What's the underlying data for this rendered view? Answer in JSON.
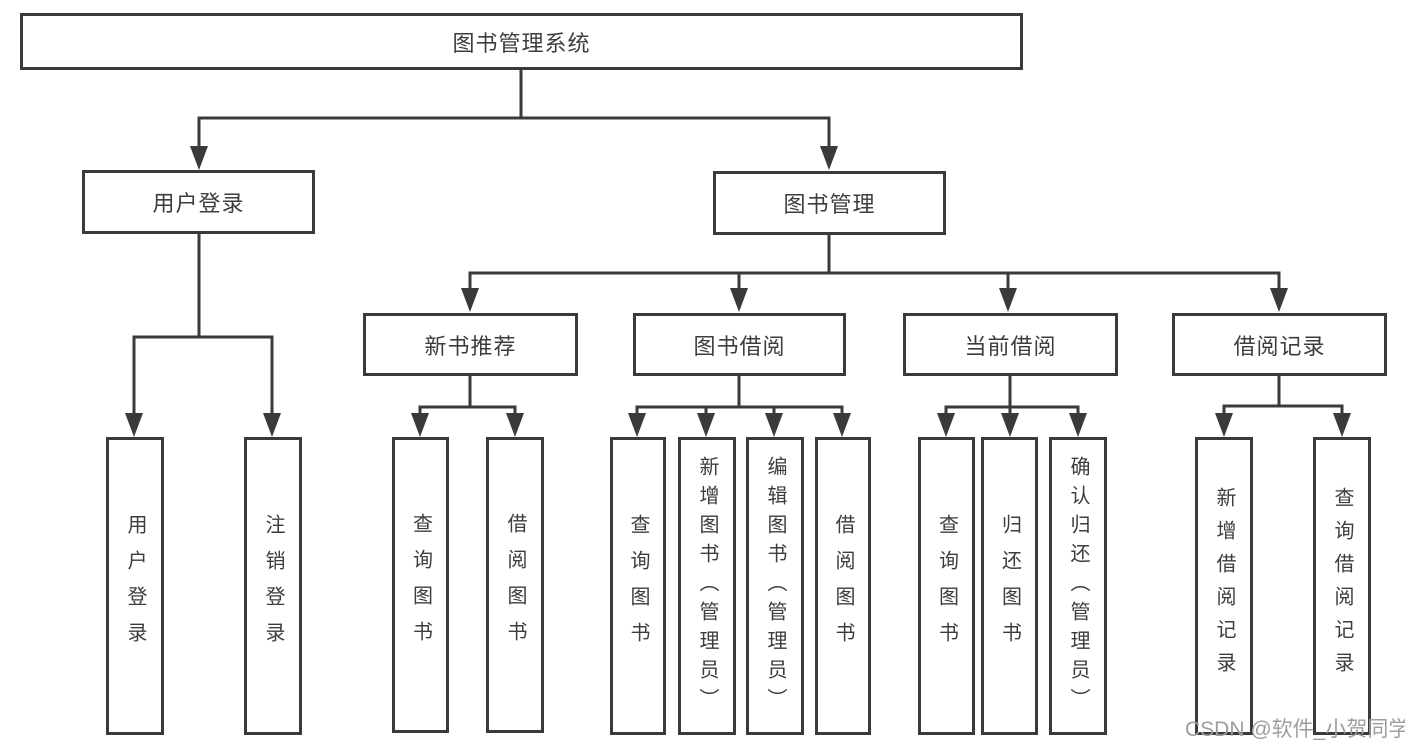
{
  "diagram": {
    "type": "tree",
    "root": {
      "label": "图书管理系统"
    },
    "level2": [
      {
        "label": "用户登录"
      },
      {
        "label": "图书管理"
      }
    ],
    "level3": [
      {
        "label": "新书推荐",
        "parent": "图书管理"
      },
      {
        "label": "图书借阅",
        "parent": "图书管理"
      },
      {
        "label": "当前借阅",
        "parent": "图书管理"
      },
      {
        "label": "借阅记录",
        "parent": "图书管理"
      }
    ],
    "leaves": [
      {
        "label": "用户登录",
        "parent": "用户登录"
      },
      {
        "label": "注销登录",
        "parent": "用户登录"
      },
      {
        "label": "查询图书",
        "parent": "新书推荐"
      },
      {
        "label": "借阅图书",
        "parent": "新书推荐"
      },
      {
        "label": "查询图书",
        "parent": "图书借阅"
      },
      {
        "label": "新增图书（管理员）",
        "parent": "图书借阅"
      },
      {
        "label": "编辑图书（管理员）",
        "parent": "图书借阅"
      },
      {
        "label": "借阅图书",
        "parent": "图书借阅"
      },
      {
        "label": "查询图书",
        "parent": "当前借阅"
      },
      {
        "label": "归还图书",
        "parent": "当前借阅"
      },
      {
        "label": "确认归还（管理员）",
        "parent": "当前借阅"
      },
      {
        "label": "新增借阅记录",
        "parent": "借阅记录"
      },
      {
        "label": "查询借阅记录",
        "parent": "借阅记录"
      }
    ]
  },
  "watermark": {
    "text": "CSDN @软件_小贺同学"
  },
  "colors": {
    "line": "#3a3a3a",
    "box_border": "#3a3a3a",
    "text": "#3d3d3d",
    "watermark": "#9e9e9e",
    "background": "#ffffff"
  }
}
